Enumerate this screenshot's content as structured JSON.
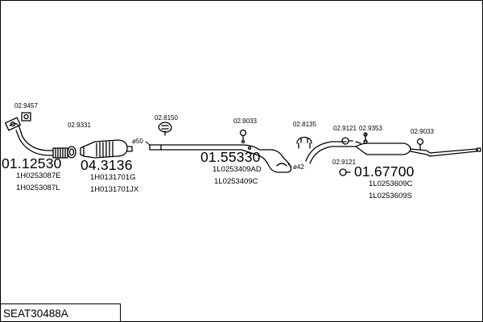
{
  "diagram": {
    "kit_code": "SEAT30488A",
    "parts": [
      {
        "id": "01.12530",
        "refs": [
          "1H0253087E",
          "1H0253087L"
        ]
      },
      {
        "id": "04.3136",
        "refs": [
          "1H0131701G",
          "1H0131701JX"
        ]
      },
      {
        "id": "01.55330",
        "refs": [
          "1L0253409AD",
          "1L0253409C"
        ]
      },
      {
        "id": "01.67700",
        "refs": [
          "1L0253609C",
          "1L0253609S"
        ]
      }
    ],
    "accessories": {
      "a1": "02.9457",
      "a2": "02.9331",
      "a3": "02.8150",
      "a4": "02.9033",
      "a5": "02.8135",
      "a6": "02.9121",
      "a7": "02.9353",
      "a8": "02.9033",
      "a9": "02.9121"
    },
    "diameters": {
      "d1": "ø50",
      "d2": "ø42"
    },
    "icons": [
      "clamp-icon",
      "gasket-icon",
      "rubber-hanger-icon",
      "exhaust-pipe-icon",
      "catalytic-converter-icon",
      "silencer-icon"
    ]
  }
}
